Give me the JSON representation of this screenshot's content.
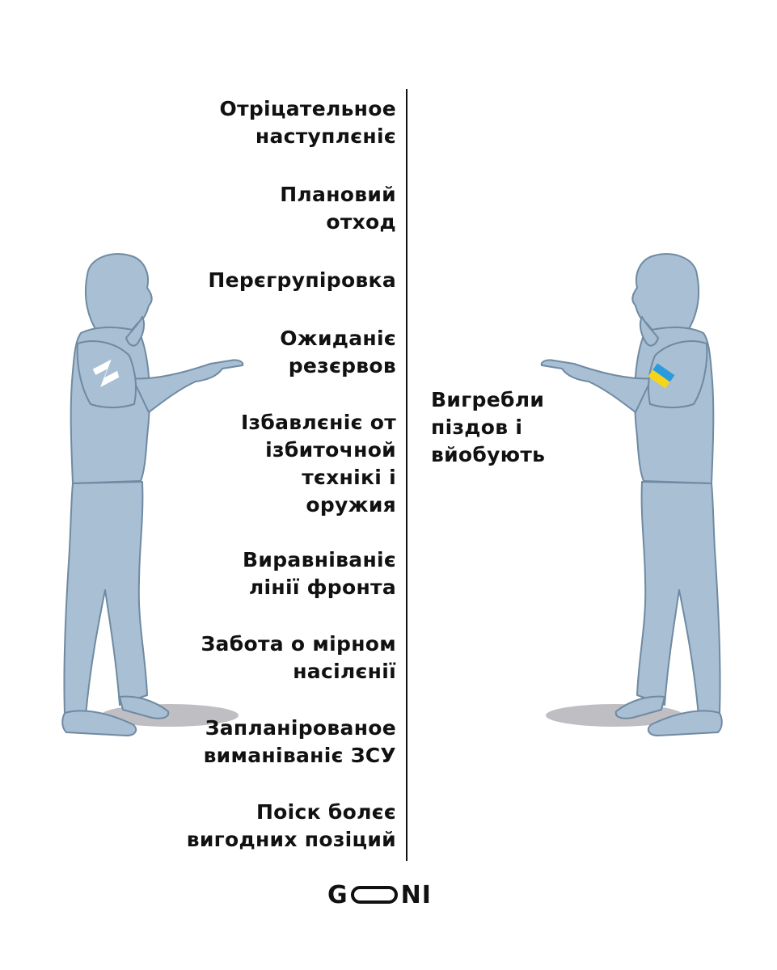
{
  "left_side": {
    "armband": {
      "label": "Z",
      "icon": "z-symbol-armband",
      "color": "#ffffff"
    },
    "phrases": [
      {
        "text": "Отріцательное\nнаступлєніє"
      },
      {
        "text": "Плановий\nотход"
      },
      {
        "text": "Перєгрупіровка"
      },
      {
        "text": "Ожиданіє\nрезєрвов"
      },
      {
        "text": "Ізбавлєніє от\nізбиточной\nтєхнікі і\nоружия"
      },
      {
        "text": "Виравніваніє\nлінії фронта"
      },
      {
        "text": "Забота о мірном\nнасілєнії"
      },
      {
        "text": "Запланірованое\nвиманіваніє ЗСУ"
      },
      {
        "text": "Поіск болєє\nвигодних позіций"
      }
    ]
  },
  "right_side": {
    "armband": {
      "icon": "ukraine-flag-armband",
      "colors": [
        "#2a9bdc",
        "#f7d41c"
      ]
    },
    "phrase": "Вигребли\nпіздов і\nвйобують"
  },
  "figure_colors": {
    "fill": "#a9bfd3",
    "stroke": "#6f8aa3",
    "shadow": "#8a8a92"
  },
  "logo": {
    "left": "G",
    "right": "NI"
  }
}
